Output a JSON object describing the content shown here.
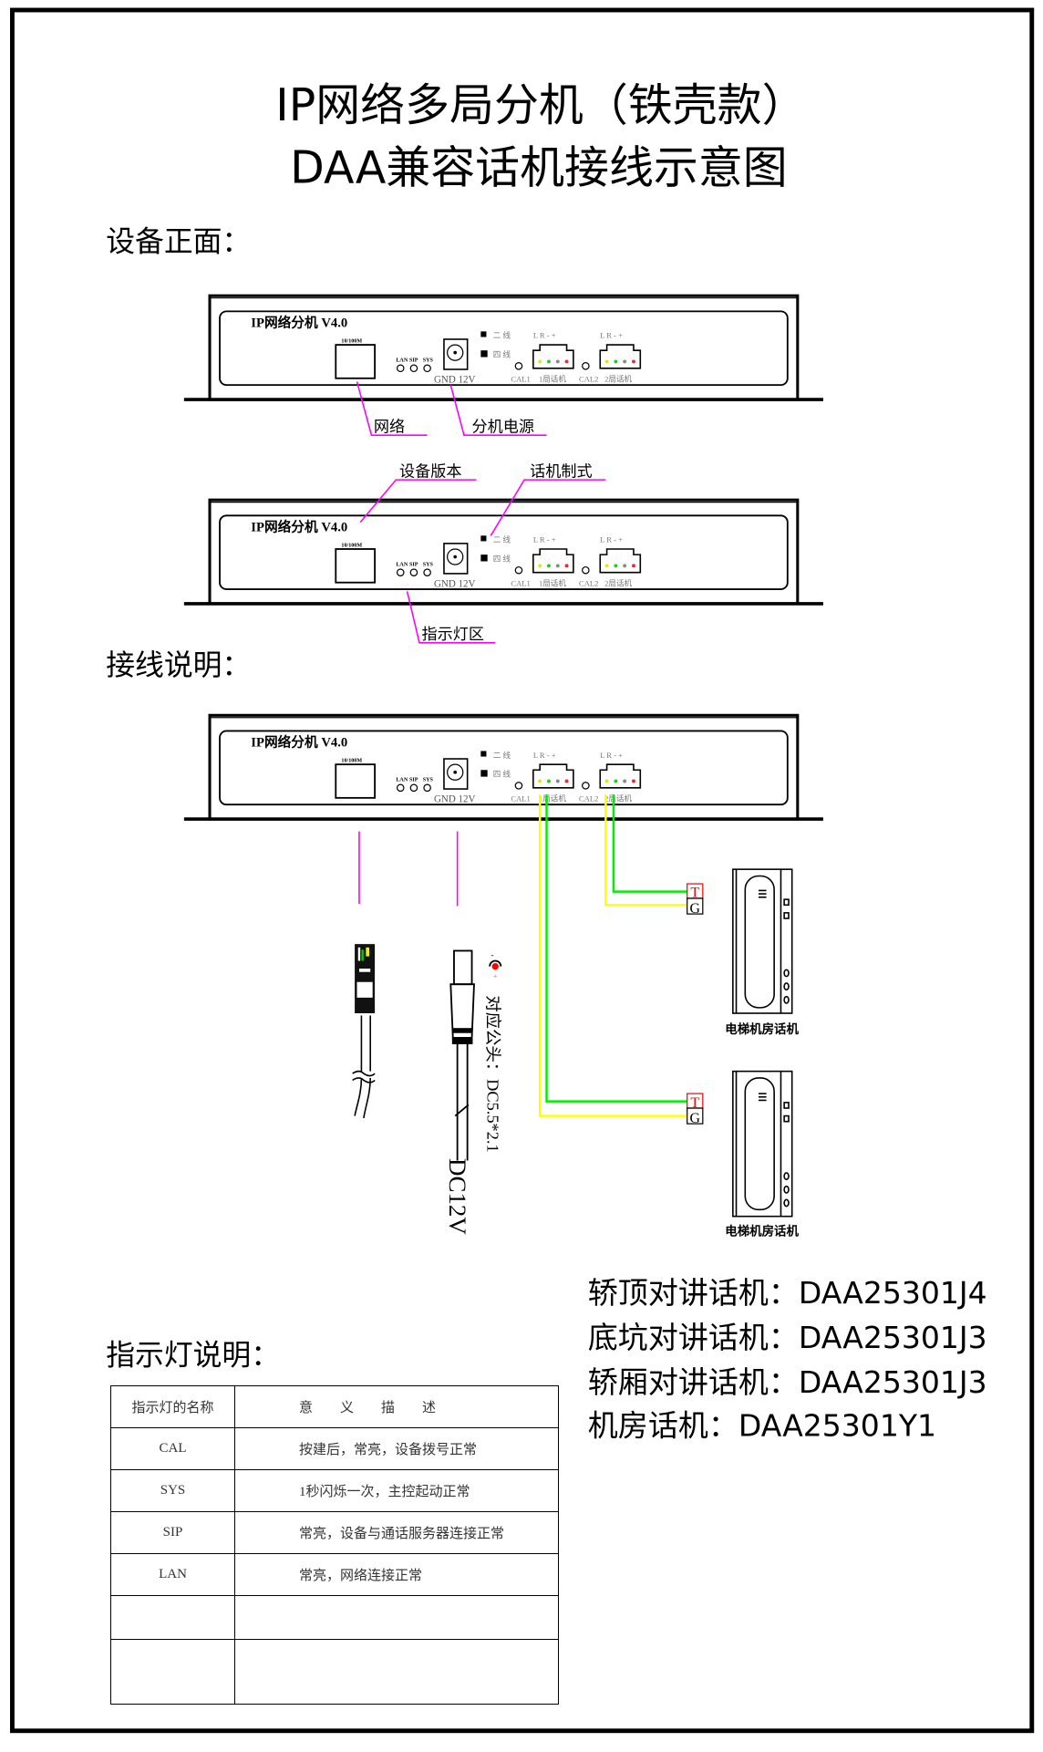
{
  "title": {
    "line1": "IP网络多局分机（铁壳款）",
    "line2": "DAA兼容话机接线示意图"
  },
  "sections": {
    "front": "设备正面：",
    "wiring": "接线说明：",
    "indicators": "指示灯说明："
  },
  "device": {
    "name": "IP网络分机 V4.0",
    "port_label": "10/100M",
    "leds": [
      "LAN",
      "SIP",
      "SYS"
    ],
    "power_label": "GND 12V",
    "mode_two_wire": "二 线",
    "mode_four_wire": "四 线",
    "pins": "L R - +",
    "cal1": "CAL1",
    "line1": "1局话机",
    "cal2": "CAL2",
    "line2": "2局话机",
    "pin_colors": [
      "#e6e600",
      "#22cc22",
      "#888888",
      "#ff2222"
    ]
  },
  "callouts": {
    "network": "网络",
    "power": "分机电源",
    "version": "设备版本",
    "phone_mode": "话机制式",
    "indicator_area": "指示灯区"
  },
  "wiring": {
    "plug_spec": "对应公头：DC5.5*2.1",
    "dc_label": "DC12V",
    "terminal_t": "T",
    "terminal_g": "G",
    "phone_label": "电梯机房话机",
    "wire_colors": {
      "T": "#00ee00",
      "G": "#ffff00",
      "leader": "#ff00ff"
    }
  },
  "models": [
    "轿顶对讲话机：DAA25301J4",
    "底坑对讲话机：DAA25301J3",
    "轿厢对讲话机：DAA25301J3",
    "机房话机：DAA25301Y1"
  ],
  "indicator_table": {
    "headers": [
      "指示灯的名称",
      "意　　义　　描　　述"
    ],
    "rows": [
      [
        "CAL",
        "按建后，常亮，设备拨号正常"
      ],
      [
        "SYS",
        "1秒闪烁一次，主控起动正常"
      ],
      [
        "SIP",
        "常亮，设备与通话服务器连接正常"
      ],
      [
        "LAN",
        "常亮，网络连接正常"
      ],
      [
        "",
        ""
      ],
      [
        "",
        ""
      ]
    ]
  }
}
